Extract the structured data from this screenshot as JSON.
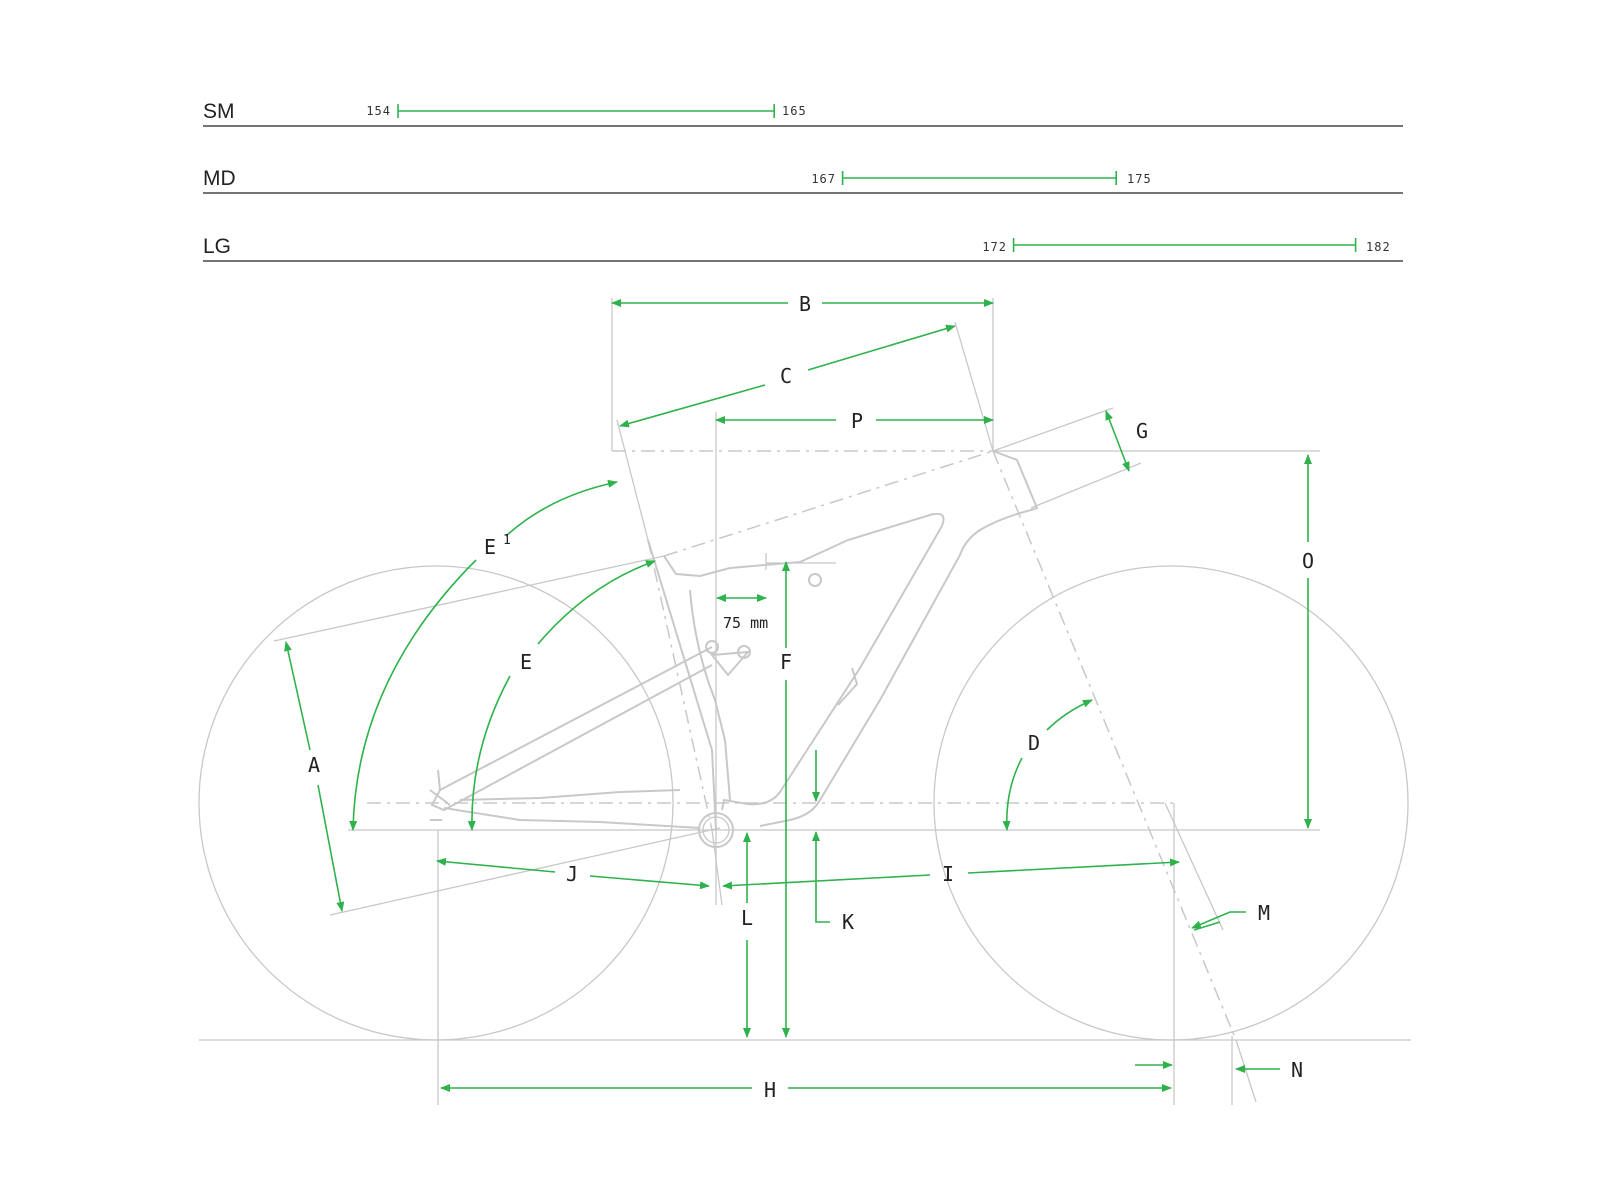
{
  "colors": {
    "accent": "#2fb24c",
    "frame": "#c8c8c8",
    "text": "#222222"
  },
  "sizes": [
    {
      "label": "SM",
      "min": "154",
      "max": "165",
      "minVal": 154,
      "maxVal": 165
    },
    {
      "label": "MD",
      "min": "167",
      "max": "175",
      "minVal": 167,
      "maxVal": 175
    },
    {
      "label": "LG",
      "min": "172",
      "max": "182",
      "minVal": 172,
      "maxVal": 182
    }
  ],
  "dimensions": {
    "A": "A",
    "B": "B",
    "C": "C",
    "D": "D",
    "E": "E",
    "E1": "E",
    "E1_sup": "1",
    "F": "F",
    "G": "G",
    "H": "H",
    "I": "I",
    "J": "J",
    "K": "K",
    "L": "L",
    "M": "M",
    "N": "N",
    "O": "O",
    "P": "P"
  },
  "offset_note": "75 mm"
}
